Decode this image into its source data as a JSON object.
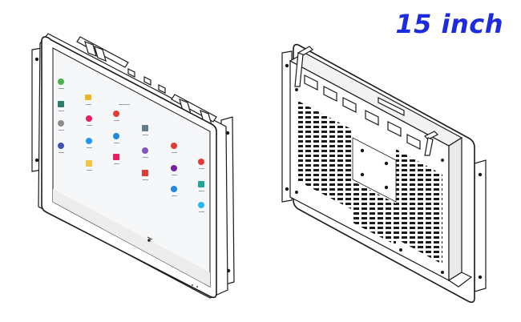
{
  "headline": {
    "text": "15 inch",
    "color": "#1d2be0"
  },
  "colors": {
    "line": "#1a1a1a",
    "fill": "#ffffff",
    "screen": "#f6f7f9",
    "shade": "#e9e9e9"
  },
  "views": [
    {
      "name": "front-view",
      "description_icon": "monitor-front-icon"
    },
    {
      "name": "back-view",
      "description_icon": "monitor-back-icon"
    }
  ]
}
